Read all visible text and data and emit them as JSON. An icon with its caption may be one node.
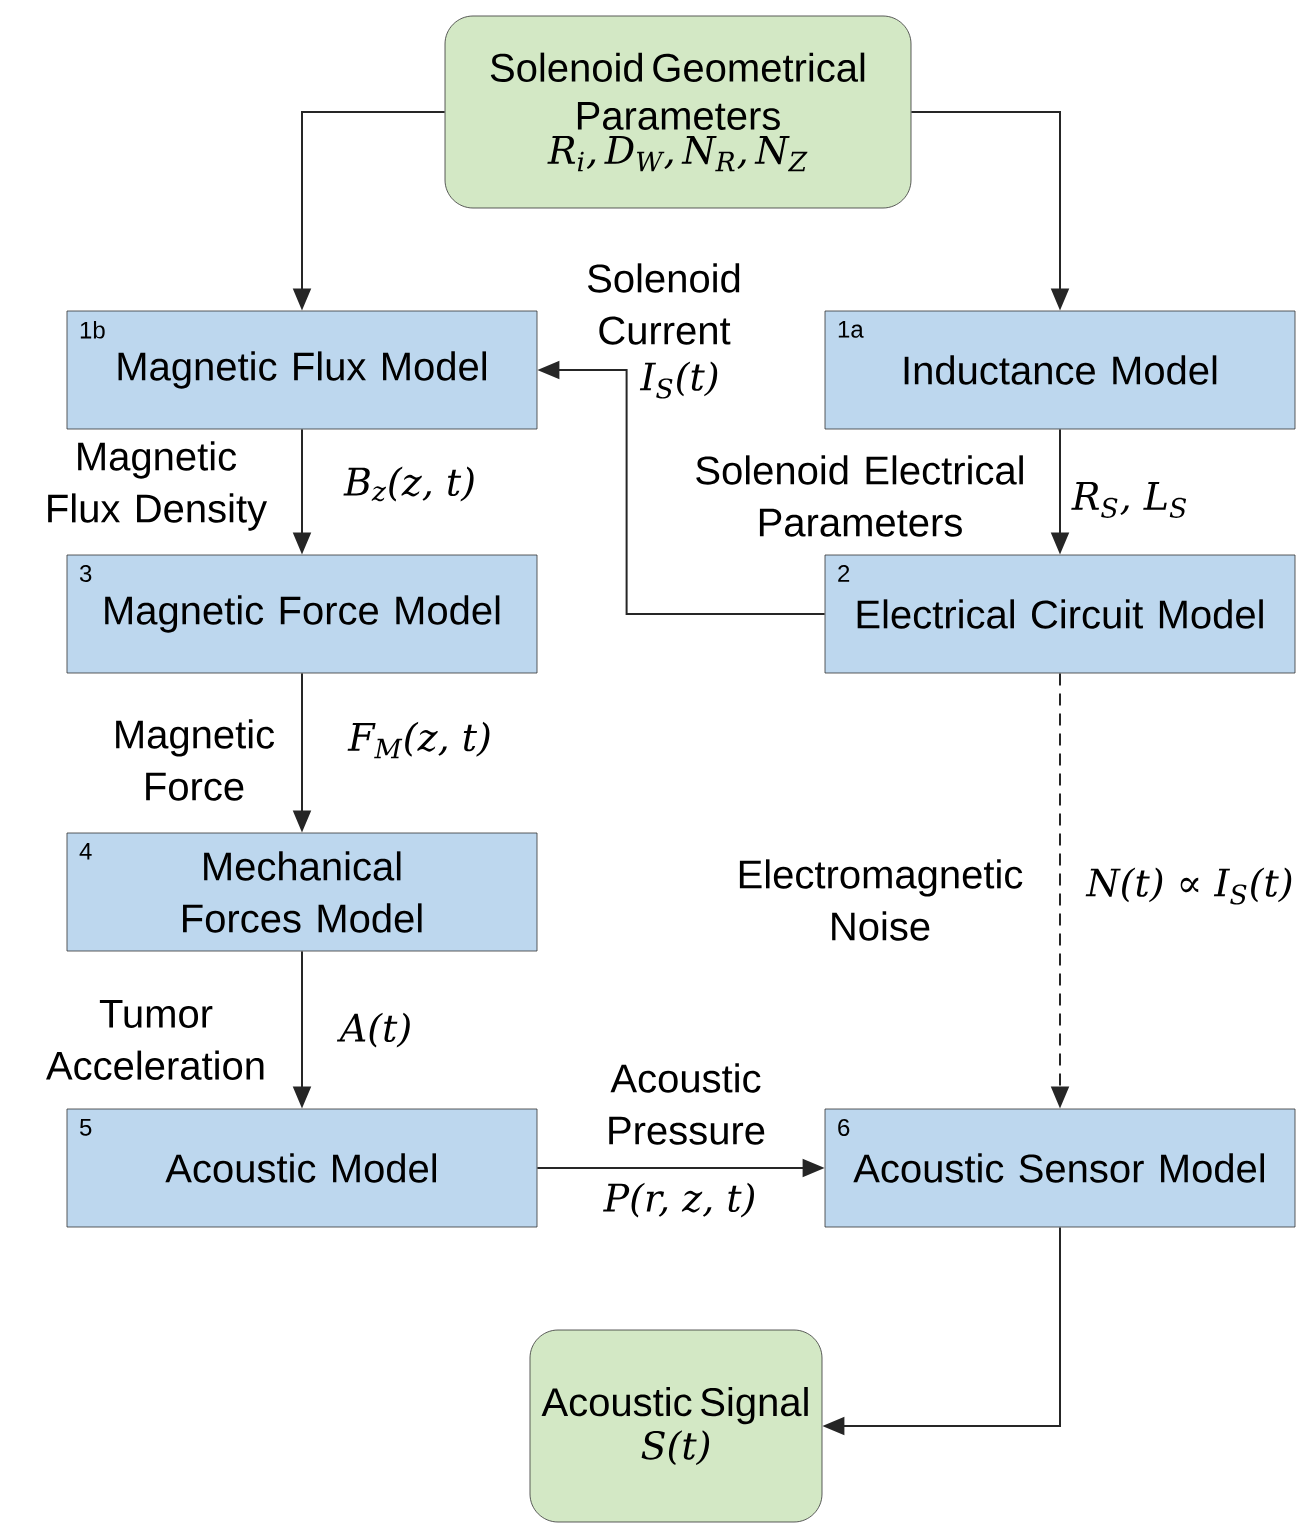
{
  "diagram": {
    "nodes": [
      {
        "text": [
          "Solenoid Geometrical Parameters",
          "R$_{i}$, D$_{W}$, N$_{R}$, N$_{Z}$"
        ]
      },
      {
        "text": [
          "1b",
          "Magnetic Flux Model"
        ]
      },
      {
        "text": [
          "1a",
          "Inductance Model"
        ]
      },
      {
        "text": [
          "3",
          "Magnetic Force Model"
        ]
      },
      {
        "text": [
          "2",
          "Electrical Circuit Model"
        ]
      },
      {
        "text": [
          "4",
          "Mechanical Forces Model"
        ]
      },
      {
        "text": [
          "5",
          "Acoustic Model"
        ]
      },
      {
        "text": [
          "6",
          "Acoustic Sensor Model"
        ]
      },
      {
        "text": [
          "Acoustic Signal",
          "S(t)"
        ]
      }
    ],
    "edges": [
      {
        "from": 0,
        "to": 1,
        "arrow": "to"
      },
      {
        "from": 0,
        "to": 2,
        "arrow": "to"
      },
      {
        "from": 4,
        "to": 1,
        "arrow": "to",
        "label": "Solenoid Current"
      },
      {
        "from": 2,
        "to": 4,
        "arrow": "to",
        "label": "Solenoid Electrical Parameters"
      },
      {
        "from": 1,
        "to": 3,
        "arrow": "to",
        "label": "Magnetic Flux Density"
      },
      {
        "from": 3,
        "to": 5,
        "arrow": "to",
        "label": "Magnetic Force"
      },
      {
        "from": 4,
        "to": 7,
        "arrow": "to",
        "label": "Electromagnetic Noise",
        "style": "dashed"
      },
      {
        "from": 5,
        "to": 6,
        "arrow": "to",
        "label": "Tumor Acceleration"
      },
      {
        "from": 6,
        "to": 7,
        "arrow": "to",
        "label": "Acoustic Pressure"
      },
      {
        "from": 7,
        "to": 8,
        "arrow": "to"
      }
    ],
    "labels": [
      "I$_{S}$(t)",
      "B$_{z}$(z, t)",
      "R$_{S}$, L$_{S}$",
      "F$_{M}$(z, t)",
      "N(t) ∝ I$_{S}$(t)",
      "A(t)",
      "P(r, z, t)"
    ]
  }
}
